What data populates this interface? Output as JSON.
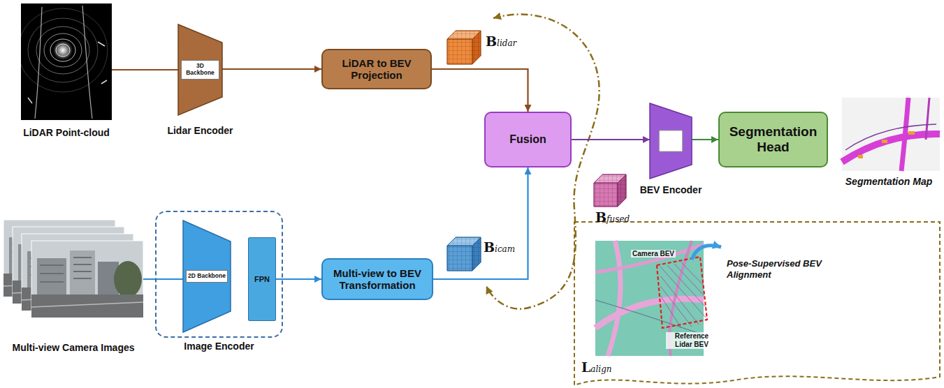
{
  "diagram": {
    "nodes": [
      {
        "text": [
          "3D Backbone",
          "Lidar Encoder"
        ]
      },
      {
        "text": [
          "LiDAR to BEV Projection"
        ]
      },
      {
        "text": [
          "Fusion"
        ]
      },
      {
        "text": [
          "BEV Encoder"
        ]
      },
      {
        "text": [
          "Segmentation Head"
        ]
      },
      {
        "text": [
          "Image Encoder"
        ]
      },
      {
        "text": [
          "2D Backbone"
        ],
        "in": 5
      },
      {
        "text": [
          "FPN"
        ],
        "in": 5
      },
      {
        "text": [
          "Multi-view to BEV Transformation"
        ]
      }
    ],
    "edges": [
      {
        "from": 0,
        "to": 1,
        "arrow": "to"
      },
      {
        "from": 1,
        "to": 2,
        "arrow": "to"
      },
      {
        "from": 2,
        "to": 3,
        "arrow": "to"
      },
      {
        "from": 3,
        "to": 4,
        "arrow": "to"
      },
      {
        "from": 7,
        "to": 8,
        "arrow": "to"
      },
      {
        "from": 8,
        "to": 2,
        "arrow": "to"
      }
    ],
    "labels": [
      "LiDAR Point-cloud",
      "Blidar",
      "Bfused",
      "Bicam",
      "Segmentation Map",
      "Multi-view Camera Images",
      "Camera BEV",
      "Pose-Supervised BEV Alignment",
      "Reference Lidar BEV",
      "Lalign"
    ]
  }
}
